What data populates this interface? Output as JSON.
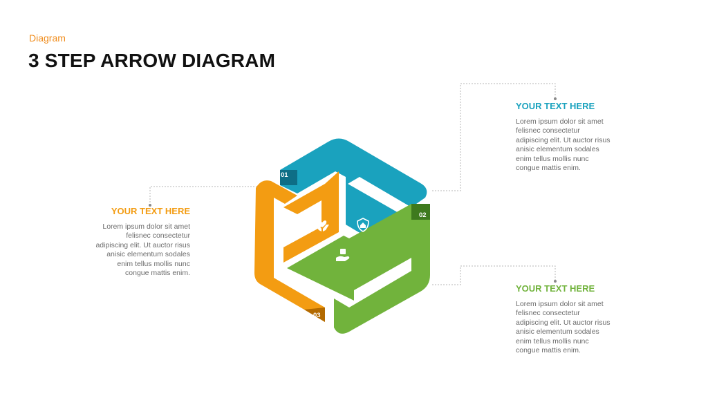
{
  "header": {
    "eyebrow": "Diagram",
    "title": "3 STEP ARROW DIAGRAM"
  },
  "steps": [
    {
      "number": "01",
      "color": "#1AA2BE",
      "icon": "shield-home-icon"
    },
    {
      "number": "02",
      "color": "#71B33C",
      "icon": "hand-holding-box-icon"
    },
    {
      "number": "03",
      "color": "#F39C12",
      "icon": "hands-holding-heart-icon"
    }
  ],
  "callouts": {
    "top_right": {
      "heading": "YOUR TEXT HERE",
      "body": "Lorem ipsum dolor sit amet felisnec consectetur adipiscing elit. Ut auctor risus anisic elementum sodales enim tellus mollis nunc congue mattis enim.",
      "color": "#1AA2BE"
    },
    "bottom_right": {
      "heading": "YOUR TEXT HERE",
      "body": "Lorem ipsum dolor sit amet felisnec consectetur adipiscing elit. Ut auctor risus anisic elementum sodales enim tellus mollis nunc congue mattis enim.",
      "color": "#71B33C"
    },
    "left": {
      "heading": "YOUR TEXT HERE",
      "body": "Lorem ipsum dolor sit amet felisnec consectetur adipiscing elit. Ut auctor risus anisic elementum sodales enim tellus mollis nunc congue mattis enim.",
      "color": "#F39C12"
    }
  },
  "connector_color": "#b5b5b5"
}
